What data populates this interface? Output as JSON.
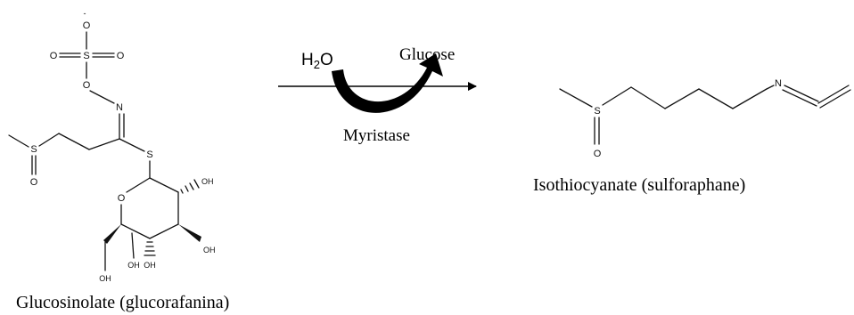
{
  "reaction": {
    "reactant": {
      "name": "Glucosinolate (glucorafanina)",
      "atoms": {
        "sulfonate_o_minus": "O",
        "sulfonate_o_left": "O",
        "sulfonate_s": "S",
        "sulfonate_o_right": "O",
        "oxime_o": "O",
        "oxime_n": "N",
        "sulfoxide_s": "S",
        "sulfoxide_o": "O",
        "thio_s": "S",
        "ring_o": "O",
        "oh_a": "OH",
        "oh_b": "OH",
        "oh_c": "OH",
        "oh_d": "OH",
        "oh_e": "OH"
      },
      "charge": "-"
    },
    "reagent_in": {
      "label": "H",
      "subscript": "2",
      "suffix": "O"
    },
    "byproduct": "Glucose",
    "enzyme": "Myristase",
    "product": {
      "name": "Isothiocyanate (sulforaphane)",
      "atoms": {
        "sulfoxide_s": "S",
        "sulfoxide_o": "O",
        "n": "N"
      }
    }
  }
}
